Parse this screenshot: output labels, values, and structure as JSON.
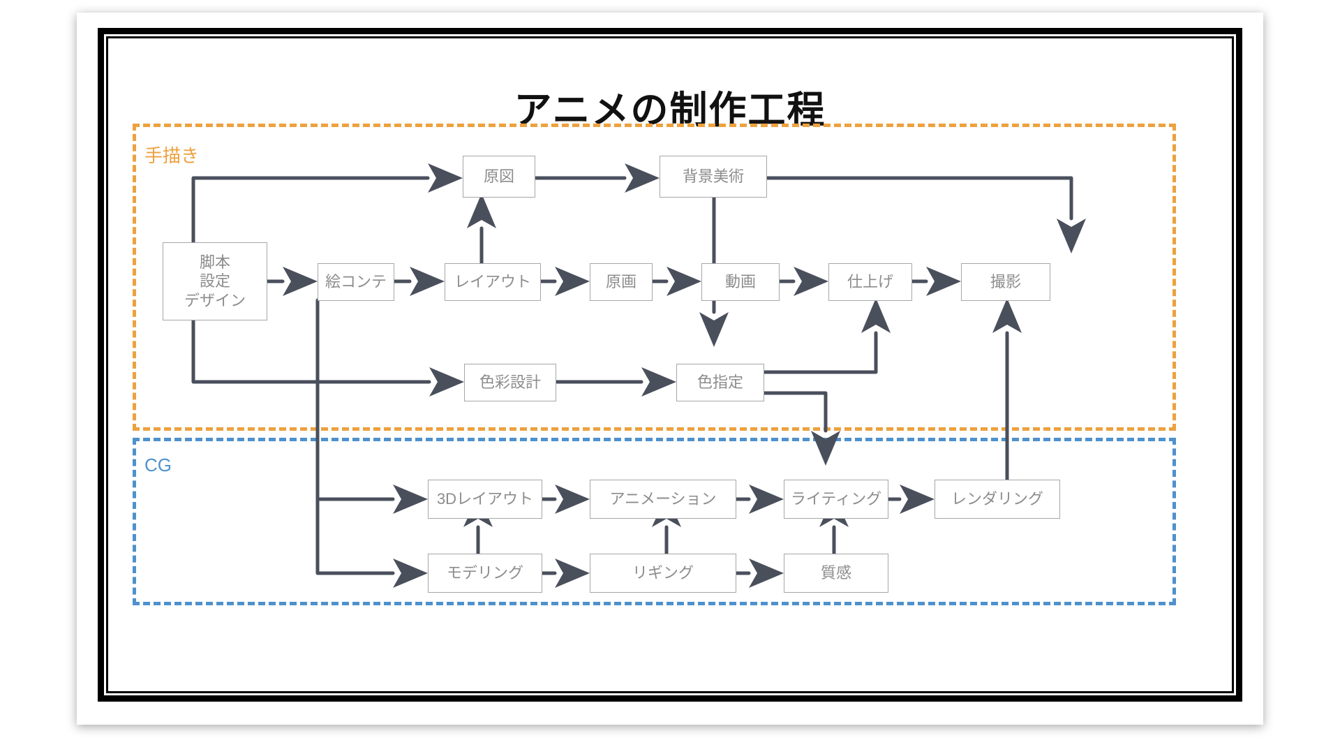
{
  "slide": {
    "title": "アニメの制作工程"
  },
  "groups": [
    {
      "id": "handdrawn",
      "label": "手描き",
      "color": "#eda13f",
      "style": "dashed"
    },
    {
      "id": "cg",
      "label": "CG",
      "color": "#4e91cd",
      "style": "dashed"
    }
  ],
  "nodes": {
    "script": "脚本\n設定\nデザイン",
    "storyboard": "絵コンテ",
    "genzu": "原図",
    "background": "背景美術",
    "layout": "レイアウト",
    "keyframe": "原画",
    "inbetween": "動画",
    "finishing": "仕上げ",
    "photography": "撮影",
    "colordesign": "色彩設計",
    "colorassign": "色指定",
    "layout3d": "3Dレイアウト",
    "animation": "アニメーション",
    "lighting": "ライティング",
    "rendering": "レンダリング",
    "modeling": "モデリング",
    "rigging": "リギング",
    "texture": "質感"
  },
  "theme": {
    "node_border": "#a6a6a6",
    "node_text": "#8c8c8c",
    "arrow": "#4a4f5c",
    "frame": "#000000",
    "title_text": "#111111"
  }
}
